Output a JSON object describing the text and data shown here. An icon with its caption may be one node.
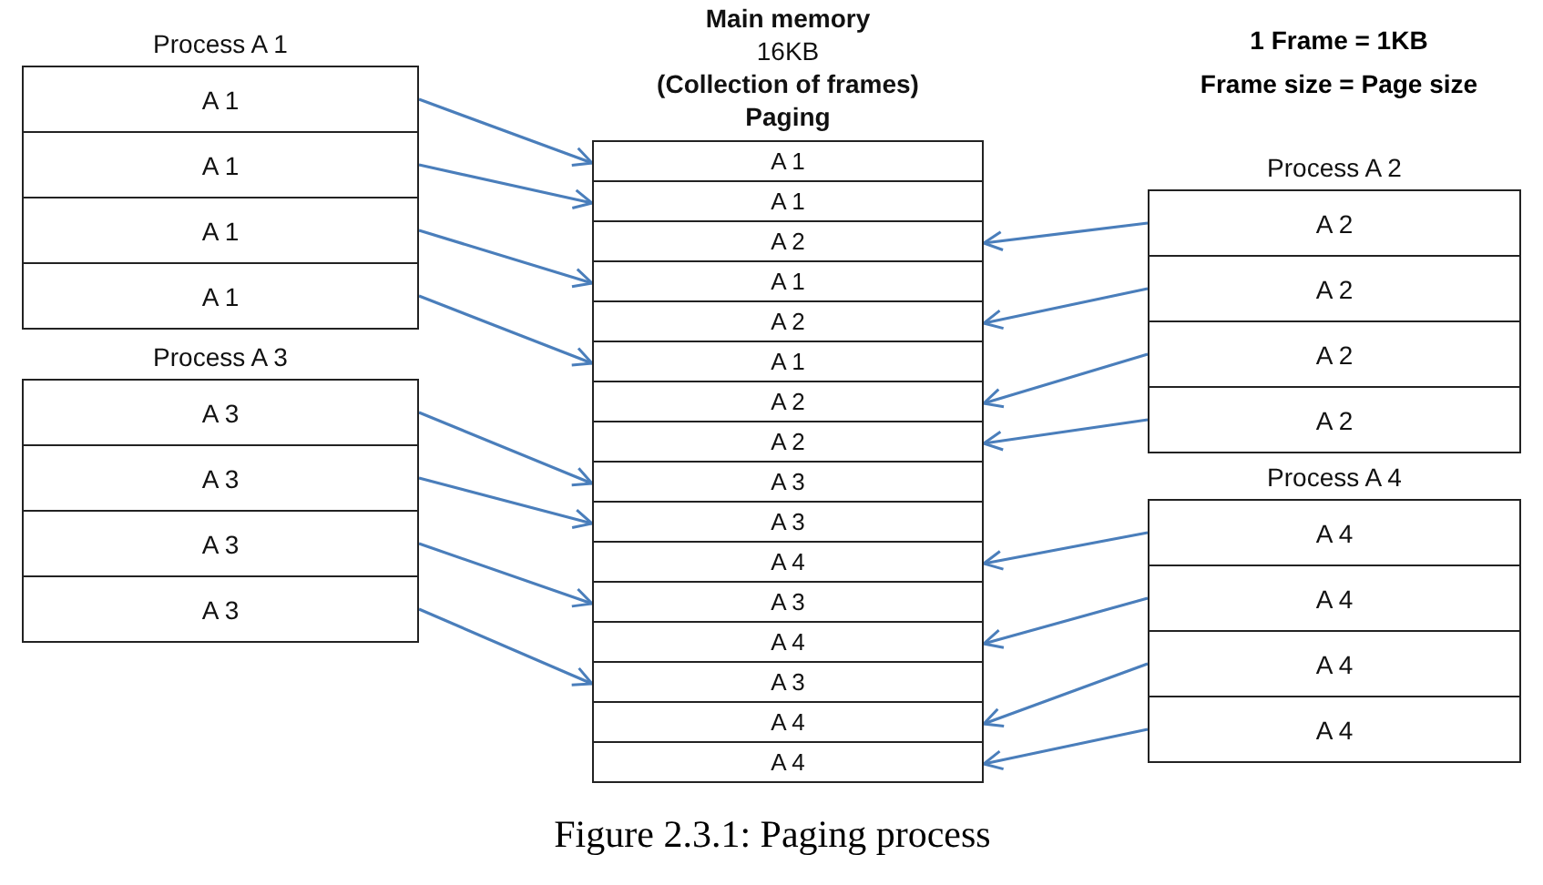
{
  "diagram": {
    "caption": "Figure 2.3.1: Paging process",
    "nodes": [
      {
        "text": [
          "Process A 1"
        ]
      },
      {
        "text": [
          "A 1"
        ],
        "in": 0
      },
      {
        "text": [
          "A 1"
        ],
        "in": 0
      },
      {
        "text": [
          "A 1"
        ],
        "in": 0
      },
      {
        "text": [
          "A 1"
        ],
        "in": 0
      },
      {
        "text": [
          "Process A 3"
        ]
      },
      {
        "text": [
          "A 3"
        ],
        "in": 5
      },
      {
        "text": [
          "A 3"
        ],
        "in": 5
      },
      {
        "text": [
          "A 3"
        ],
        "in": 5
      },
      {
        "text": [
          "A 3"
        ],
        "in": 5
      },
      {
        "text": [
          "Main memory",
          "16KB",
          "(Collection of frames)",
          "Paging"
        ]
      },
      {
        "text": [
          "A 1"
        ],
        "in": 10
      },
      {
        "text": [
          "A 1"
        ],
        "in": 10
      },
      {
        "text": [
          "A 2"
        ],
        "in": 10
      },
      {
        "text": [
          "A 1"
        ],
        "in": 10
      },
      {
        "text": [
          "A 2"
        ],
        "in": 10
      },
      {
        "text": [
          "A 1"
        ],
        "in": 10
      },
      {
        "text": [
          "A 2"
        ],
        "in": 10
      },
      {
        "text": [
          "A 2"
        ],
        "in": 10
      },
      {
        "text": [
          "A 3"
        ],
        "in": 10
      },
      {
        "text": [
          "A 3"
        ],
        "in": 10
      },
      {
        "text": [
          "A 4"
        ],
        "in": 10
      },
      {
        "text": [
          "A 3"
        ],
        "in": 10
      },
      {
        "text": [
          "A 4"
        ],
        "in": 10
      },
      {
        "text": [
          "A 3"
        ],
        "in": 10
      },
      {
        "text": [
          "A 4"
        ],
        "in": 10
      },
      {
        "text": [
          "A 4"
        ],
        "in": 10
      },
      {
        "text": [
          "Process A 2"
        ]
      },
      {
        "text": [
          "A 2"
        ],
        "in": 27
      },
      {
        "text": [
          "A 2"
        ],
        "in": 27
      },
      {
        "text": [
          "A 2"
        ],
        "in": 27
      },
      {
        "text": [
          "A 2"
        ],
        "in": 27
      },
      {
        "text": [
          "Process A 4"
        ]
      },
      {
        "text": [
          "A 4"
        ],
        "in": 32
      },
      {
        "text": [
          "A 4"
        ],
        "in": 32
      },
      {
        "text": [
          "A 4"
        ],
        "in": 32
      },
      {
        "text": [
          "A 4"
        ],
        "in": 32
      }
    ],
    "edges": [
      {
        "from": 1,
        "to": 11,
        "arrow": "to"
      },
      {
        "from": 2,
        "to": 12,
        "arrow": "to"
      },
      {
        "from": 3,
        "to": 14,
        "arrow": "to"
      },
      {
        "from": 4,
        "to": 16,
        "arrow": "to"
      },
      {
        "from": 6,
        "to": 19,
        "arrow": "to"
      },
      {
        "from": 7,
        "to": 20,
        "arrow": "to"
      },
      {
        "from": 8,
        "to": 22,
        "arrow": "to"
      },
      {
        "from": 9,
        "to": 24,
        "arrow": "to"
      },
      {
        "from": 28,
        "to": 13,
        "arrow": "to"
      },
      {
        "from": 29,
        "to": 15,
        "arrow": "to"
      },
      {
        "from": 30,
        "to": 17,
        "arrow": "to"
      },
      {
        "from": 31,
        "to": 18,
        "arrow": "to"
      },
      {
        "from": 33,
        "to": 21,
        "arrow": "to"
      },
      {
        "from": 34,
        "to": 23,
        "arrow": "to"
      },
      {
        "from": 35,
        "to": 25,
        "arrow": "to"
      },
      {
        "from": 36,
        "to": 26,
        "arrow": "to"
      }
    ],
    "labels": [
      "1 Frame = 1KB",
      "Frame size = Page size"
    ]
  }
}
